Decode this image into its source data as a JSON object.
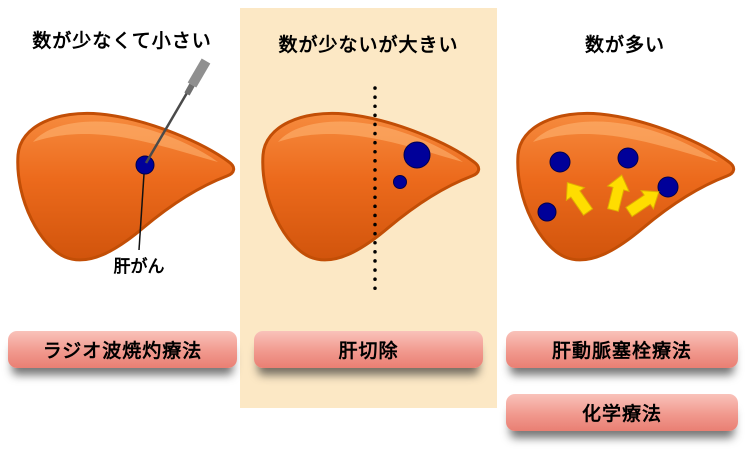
{
  "diagram": {
    "panels": [
      {
        "title": "数が少なくて小さい",
        "tumor_label": "肝がん",
        "treatments": [
          "ラジオ波焼灼療法"
        ]
      },
      {
        "title": "数が少ないが大きい",
        "treatments": [
          "肝切除"
        ]
      },
      {
        "title": "数が多い",
        "treatments": [
          "肝動脈塞栓療法",
          "化学療法"
        ]
      }
    ],
    "colors": {
      "liver_main": "#EC6A1C",
      "liver_outline": "#C24E06",
      "liver_highlight": "#FFB877",
      "tumor": "#000099",
      "arrow": "#FFDD00",
      "button_top": "#F9C2BA",
      "button_bottom": "#E97F73",
      "highlight_panel": "#FCE8C5",
      "needle": "#8F8F8F"
    }
  }
}
